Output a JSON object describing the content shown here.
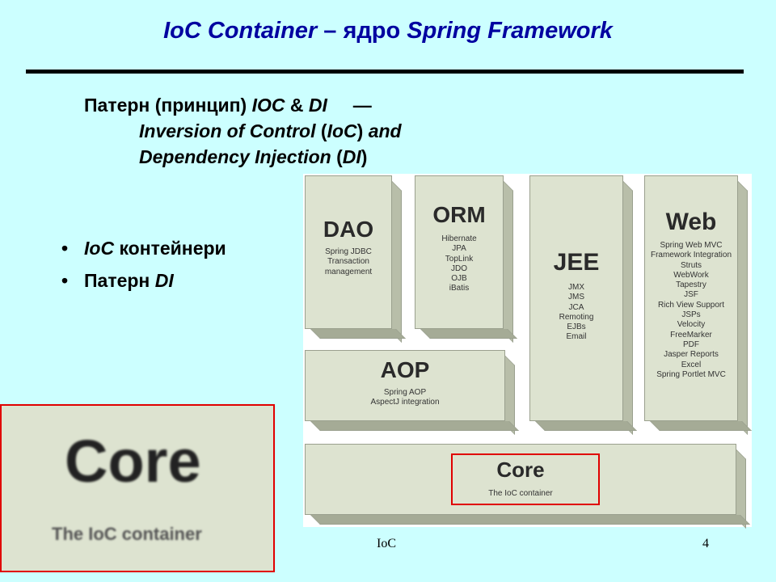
{
  "title": {
    "part1": "IoC Container",
    "dash": " – ядро ",
    "part2": "Spring Framework"
  },
  "intro": {
    "line1_pre": "Патерн (принцип)  ",
    "line1_ioc": "IOC",
    "line1_amp": " & ",
    "line1_di": "DI",
    "line1_dash": "     —",
    "line2_a": "Inversion of Control",
    "line2_b": " (",
    "line2_c": "IoC",
    "line2_d": ") ",
    "line2_e": "and",
    "line3_a": "Dependency Injection",
    "line3_b": " (",
    "line3_c": "DI",
    "line3_d": ")"
  },
  "bullets": [
    {
      "dot": "•",
      "em": "IoC",
      "text": " контейнери"
    },
    {
      "dot": "•",
      "text": "Патерн ",
      "em": "DI"
    }
  ],
  "diagram": {
    "dao": {
      "name": "DAO",
      "items": [
        "Spring JDBC",
        "Transaction",
        "management"
      ]
    },
    "orm": {
      "name": "ORM",
      "items": [
        "Hibernate",
        "JPA",
        "TopLink",
        "JDO",
        "OJB",
        "iBatis"
      ]
    },
    "jee": {
      "name": "JEE",
      "items": [
        "JMX",
        "JMS",
        "JCA",
        "Remoting",
        "EJBs",
        "Email"
      ]
    },
    "web": {
      "name": "Web",
      "items": [
        "Spring Web MVC",
        "Framework Integration",
        "Struts",
        "WebWork",
        "Tapestry",
        "JSF",
        "Rich View Support",
        "JSPs",
        "Velocity",
        "FreeMarker",
        "PDF",
        "Jasper Reports",
        "Excel",
        "Spring Portlet MVC"
      ]
    },
    "aop": {
      "name": "AOP",
      "items": [
        "Spring AOP",
        "AspectJ integration"
      ]
    },
    "core": {
      "name": "Core",
      "items": [
        "The IoC container"
      ]
    }
  },
  "zoom": {
    "title": "Core",
    "subtitle": "The IoC container"
  },
  "footer": {
    "center": "IoC",
    "page": "4"
  },
  "colors": {
    "background": "#ccffff",
    "title": "#0000a0",
    "highlight": "#e00000",
    "box": "#dde3d0"
  }
}
